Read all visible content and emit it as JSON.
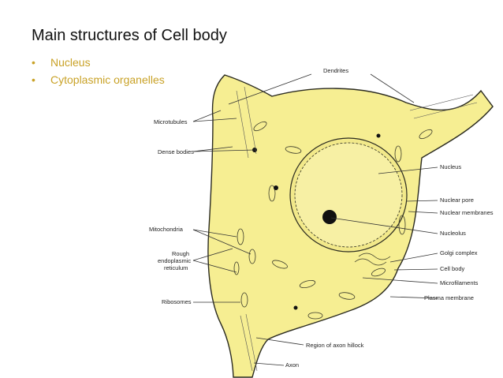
{
  "slide": {
    "title": "Main structures of Cell body",
    "bullets": [
      "Nucleus",
      "Cytoplasmic organelles"
    ]
  },
  "diagram": {
    "labels": {
      "dendrites": "Dendrites",
      "microtubules": "Microtubules",
      "dense_bodies": "Dense bodies",
      "nucleus": "Nucleus",
      "nuclear_pore": "Nuclear pore",
      "nuclear_membranes": "Nuclear membranes",
      "mitochondria": "Mitochondria",
      "nucleolus": "Nucleolus",
      "rough_er_1": "Rough",
      "rough_er_2": "endoplasmic",
      "rough_er_3": "reticulum",
      "golgi": "Golgi complex",
      "cell_body": "Cell body",
      "microfilaments": "Microfilaments",
      "ribosomes": "Ribosomes",
      "plasma_membrane": "Plasma membrane",
      "axon_hillock": "Region of axon hillock",
      "axon": "Axon"
    },
    "colors": {
      "cytoplasm": "#f6ee92",
      "outline": "#2b2b20",
      "nucleolus": "#111111",
      "bullet": "#c9a227"
    }
  }
}
